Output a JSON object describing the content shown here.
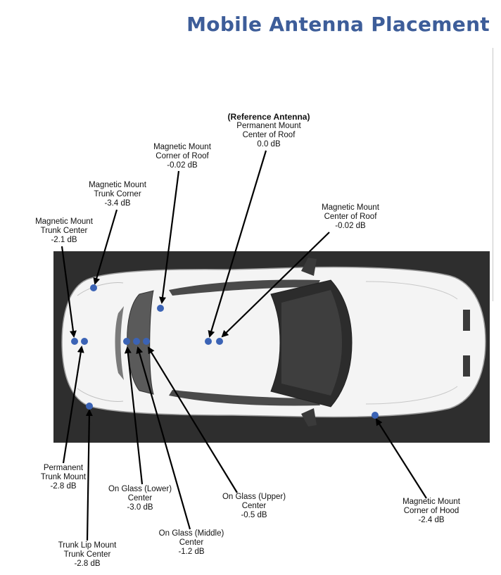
{
  "title": "Mobile Antenna Placement",
  "colors": {
    "title": "#3d5d99",
    "point": "#3b63b5",
    "arrow": "#000000",
    "background_photo": "#2e2e2e",
    "car_body": "#f4f4f4"
  },
  "labels": {
    "reference": {
      "heading": "(Reference Antenna)",
      "line1": "Permanent Mount",
      "line2": "Center of Roof",
      "value": "0.0 dB"
    },
    "mag_corner_roof": {
      "line1": "Magnetic Mount",
      "line2": "Corner of Roof",
      "value": "-0.02 dB"
    },
    "mag_trunk_corner": {
      "line1": "Magnetic Mount",
      "line2": "Trunk Corner",
      "value": "-3.4 dB"
    },
    "mag_trunk_center": {
      "line1": "Magnetic Mount",
      "line2": "Trunk Center",
      "value": "-2.1 dB"
    },
    "mag_center_roof": {
      "line1": "Magnetic Mount",
      "line2": "Center of Roof",
      "value": "-0.02 dB"
    },
    "perm_trunk": {
      "line1": "Permanent",
      "line2": "Trunk Mount",
      "value": "-2.8 dB"
    },
    "glass_lower": {
      "line1": "On Glass (Lower)",
      "line2": "Center",
      "value": "-3.0 dB"
    },
    "glass_upper": {
      "line1": "On Glass (Upper)",
      "line2": "Center",
      "value": "-0.5 dB"
    },
    "mag_hood": {
      "line1": "Magnetic Mount",
      "line2": "Corner of Hood",
      "value": "-2.4 dB"
    },
    "glass_middle": {
      "line1": "On Glass (Middle)",
      "line2": "Center",
      "value": "-1.2 dB"
    },
    "trunk_lip": {
      "line1": "Trunk Lip Mount",
      "line2": "Trunk Center",
      "value": "-2.8 dB"
    }
  }
}
